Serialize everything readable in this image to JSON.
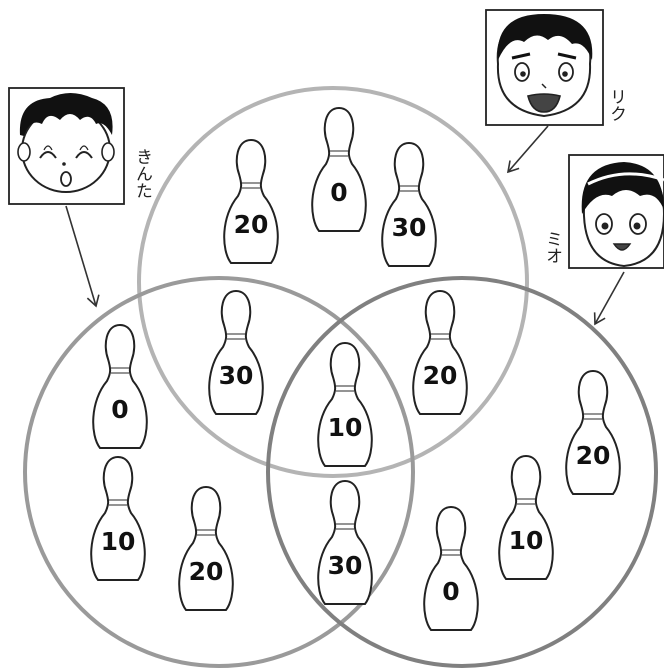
{
  "characters": [
    {
      "id": "kinta",
      "name": "きんた",
      "icon": "boy-kinta-face-icon"
    },
    {
      "id": "riku",
      "name": "リク",
      "icon": "boy-riku-face-icon"
    },
    {
      "id": "mio",
      "name": "ミオ",
      "icon": "girl-mio-face-icon"
    }
  ],
  "circles": [
    {
      "owner": "riku",
      "color": "#b4b4b4"
    },
    {
      "owner": "kinta",
      "color": "#9a9a9a"
    },
    {
      "owner": "mio",
      "color": "#808080"
    }
  ],
  "pins": [
    {
      "label": "20",
      "region": "riku-only"
    },
    {
      "label": "0",
      "region": "riku-only"
    },
    {
      "label": "30",
      "region": "riku-only"
    },
    {
      "label": "30",
      "region": "riku-kinta"
    },
    {
      "label": "20",
      "region": "riku-mio"
    },
    {
      "label": "10",
      "region": "all-three"
    },
    {
      "label": "0",
      "region": "kinta-only"
    },
    {
      "label": "10",
      "region": "kinta-only"
    },
    {
      "label": "20",
      "region": "kinta-only"
    },
    {
      "label": "30",
      "region": "kinta-mio"
    },
    {
      "label": "20",
      "region": "mio-only"
    },
    {
      "label": "10",
      "region": "mio-only"
    },
    {
      "label": "0",
      "region": "mio-only"
    }
  ]
}
